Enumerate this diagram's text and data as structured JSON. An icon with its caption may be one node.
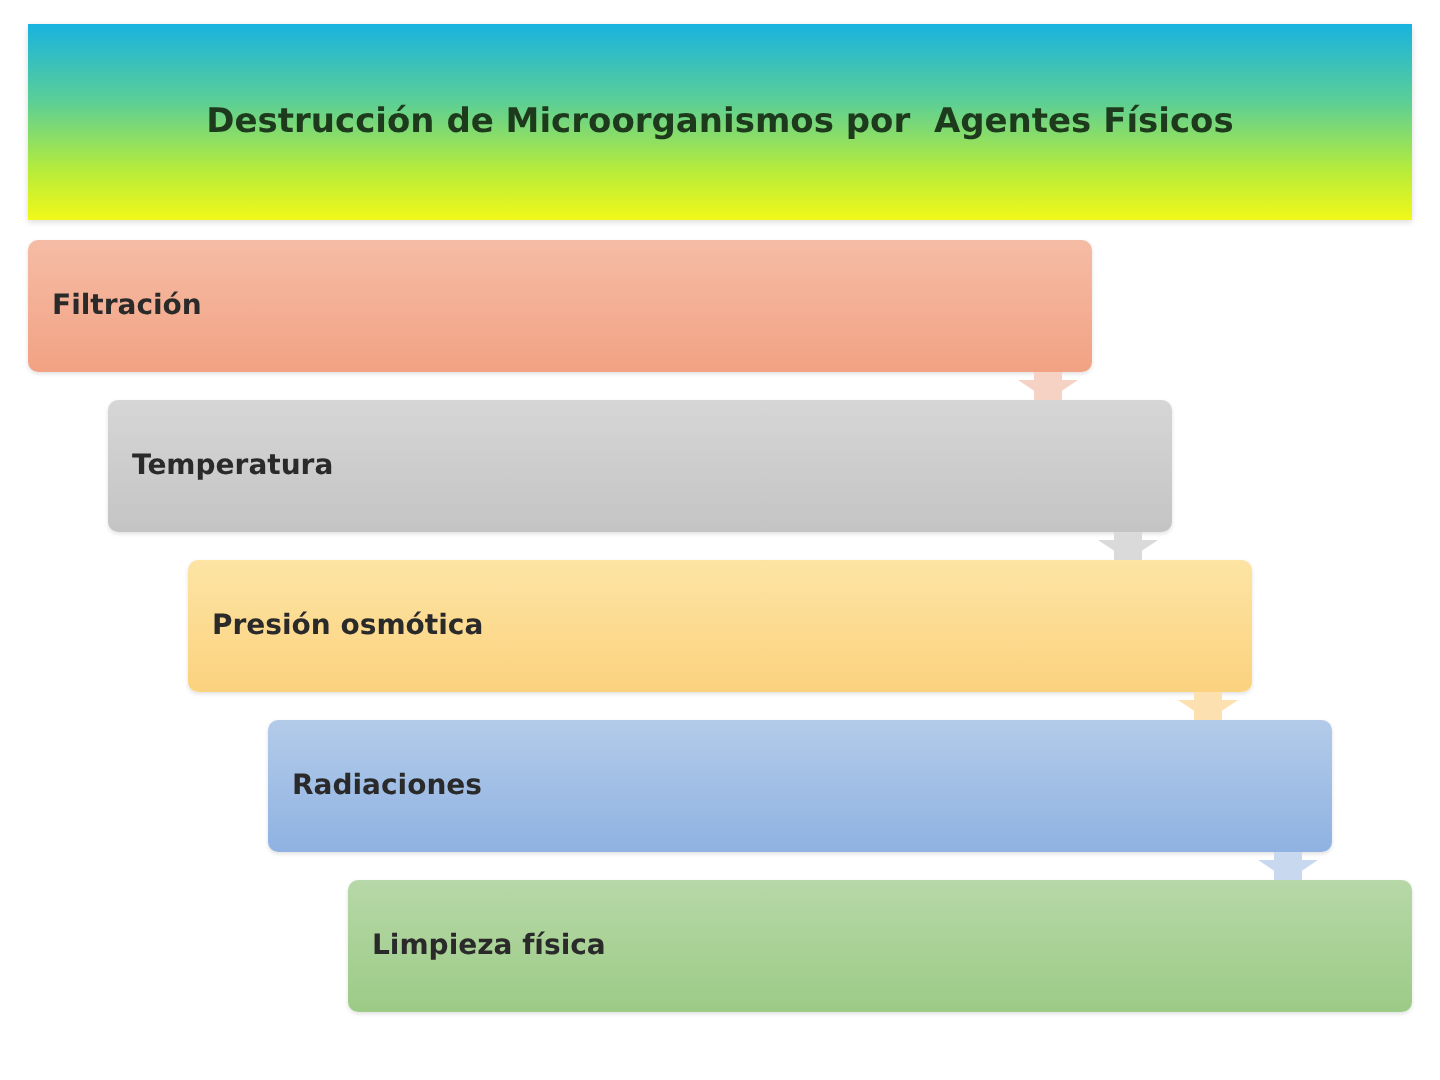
{
  "diagram": {
    "title": "Destrucción de Microorganismos por  Agentes Físicos",
    "nodes": [
      {
        "text": [
          "Filtración"
        ]
      },
      {
        "text": [
          "Temperatura"
        ]
      },
      {
        "text": [
          "Presión osmótica"
        ]
      },
      {
        "text": [
          "Radiaciones"
        ]
      },
      {
        "text": [
          "Limpieza física"
        ]
      }
    ],
    "edges": [
      {
        "from": 0,
        "to": 1,
        "arrow": "to",
        "color": "#f5d2c4"
      },
      {
        "from": 1,
        "to": 2,
        "arrow": "to",
        "color": "#dadada"
      },
      {
        "from": 2,
        "to": 3,
        "arrow": "to",
        "color": "#fce0b0"
      },
      {
        "from": 3,
        "to": 4,
        "arrow": "to",
        "color": "#c8d8ee"
      }
    ]
  }
}
